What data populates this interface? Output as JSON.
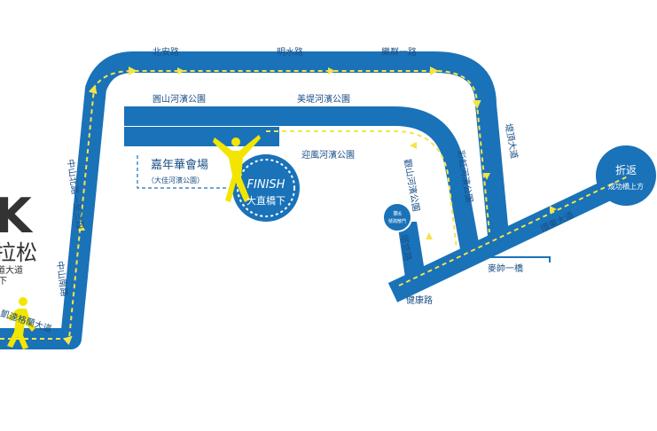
{
  "colors": {
    "road": "#1a72b8",
    "route_dash": "#f4e44a",
    "runner": "#f2e600",
    "label": "#1a4f86",
    "dark": "#333333",
    "white": "#ffffff"
  },
  "left_title": {
    "big_letter": "K",
    "title_fragment": "拉松",
    "sub_line1": "道大道",
    "sub_line2": "下"
  },
  "roads": {
    "beian": "北安路",
    "mingshui": "明水路",
    "lequn1": "樂群一路",
    "yuanshan_park": "圓山河濱公園",
    "meiti_park": "美堤河濱公園",
    "yingfeng_park": "迎風河濱公園",
    "zhongshan_north": "中山北路一至三段",
    "zhongshan_south": "中山南路",
    "ketagalan": "凱達格蘭大道",
    "dike_avenue": "堤頂大道",
    "rainbow_park": "彩虹河濱公園",
    "guanshan_park": "觀山河濱公園",
    "tayou_road": "塔悠路",
    "jiankang_road": "健康路",
    "jinshi_bridge": "麥帥一橋",
    "huandong": "環東大道",
    "gate_line1": "第6",
    "gate_line2": "號疏散門"
  },
  "carnival": {
    "name": "嘉年華會場",
    "sub": "（大佳河濱公園）"
  },
  "finish": {
    "label": "FINISH",
    "sub": "大直橋下"
  },
  "turnaround": {
    "label": "折返",
    "sub": "成功橋上方"
  },
  "icons": {
    "finish_runner": "runner-finish-icon",
    "left_runner": "runner-icon",
    "route_arrows": "route-arrow-icon"
  }
}
